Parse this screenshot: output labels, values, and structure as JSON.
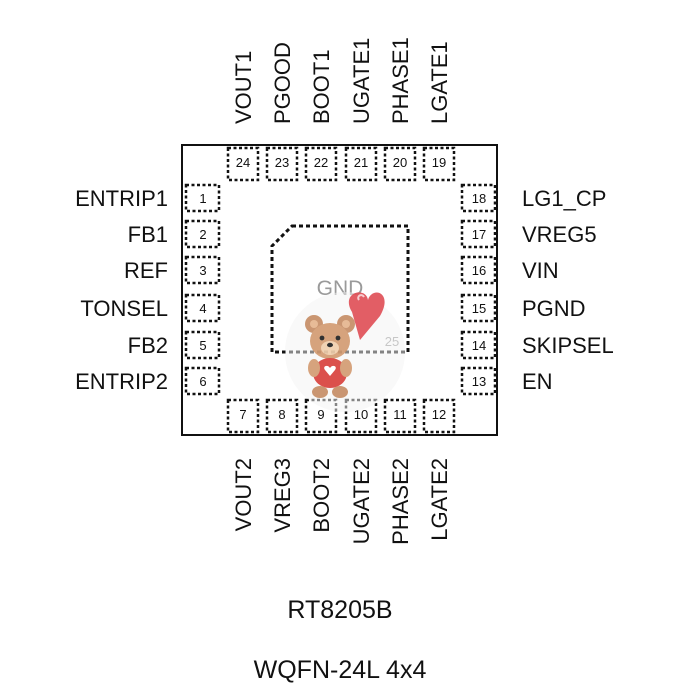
{
  "package": {
    "part_number": "RT8205B",
    "package_name": "WQFN-24L 4x4",
    "exposed_pad": {
      "name": "GND",
      "number": "25"
    }
  },
  "pins": {
    "left": [
      {
        "num": "1",
        "name": "ENTRIP1"
      },
      {
        "num": "2",
        "name": "FB1"
      },
      {
        "num": "3",
        "name": "REF"
      },
      {
        "num": "4",
        "name": "TONSEL"
      },
      {
        "num": "5",
        "name": "FB2"
      },
      {
        "num": "6",
        "name": "ENTRIP2"
      }
    ],
    "bottom": [
      {
        "num": "7",
        "name": "VOUT2"
      },
      {
        "num": "8",
        "name": "VREG3"
      },
      {
        "num": "9",
        "name": "BOOT2"
      },
      {
        "num": "10",
        "name": "UGATE2"
      },
      {
        "num": "11",
        "name": "PHASE2"
      },
      {
        "num": "12",
        "name": "LGATE2"
      }
    ],
    "right": [
      {
        "num": "13",
        "name": "EN"
      },
      {
        "num": "14",
        "name": "SKIPSEL"
      },
      {
        "num": "15",
        "name": "PGND"
      },
      {
        "num": "16",
        "name": "VIN"
      },
      {
        "num": "17",
        "name": "VREG5"
      },
      {
        "num": "18",
        "name": "LG1_CP"
      }
    ],
    "top": [
      {
        "num": "19",
        "name": "LGATE1"
      },
      {
        "num": "20",
        "name": "PHASE1"
      },
      {
        "num": "21",
        "name": "UGATE1"
      },
      {
        "num": "22",
        "name": "BOOT1"
      },
      {
        "num": "23",
        "name": "PGOOD"
      },
      {
        "num": "24",
        "name": "VOUT1"
      }
    ]
  },
  "watermark": {
    "icon": "teddy-bear-heart-icon"
  }
}
